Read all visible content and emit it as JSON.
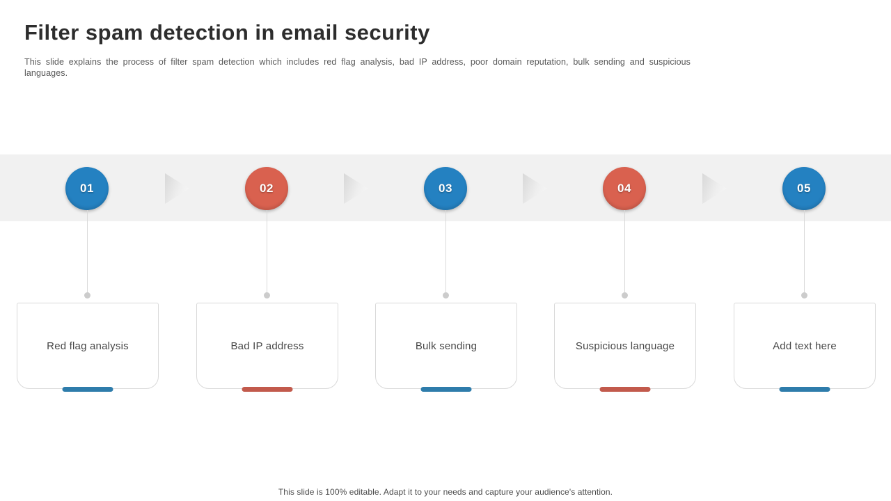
{
  "slide": {
    "title": "Filter spam detection in email security",
    "subtitle": "This slide explains the process of filter spam detection which includes red flag analysis, bad IP address, poor domain reputation, bulk sending and suspicious languages.",
    "footer": "This slide is 100% editable. Adapt it to your needs and capture your audience's attention."
  },
  "colors": {
    "blue": "#2481c1",
    "red": "#d9614f",
    "bar_blue": "#2e7cab",
    "bar_red": "#c25a4c",
    "band_background": "#f1f1f1",
    "connector_line": "#d9d9d9",
    "card_border": "#d9d9d9",
    "title_text": "#2d2d2d"
  },
  "steps": [
    {
      "number": "01",
      "label": "Red flag analysis",
      "color": "blue"
    },
    {
      "number": "02",
      "label": "Bad IP address",
      "color": "red"
    },
    {
      "number": "03",
      "label": "Bulk sending",
      "color": "blue"
    },
    {
      "number": "04",
      "label": "Suspicious language",
      "color": "red"
    },
    {
      "number": "05",
      "label": "Add text here",
      "color": "blue"
    }
  ]
}
